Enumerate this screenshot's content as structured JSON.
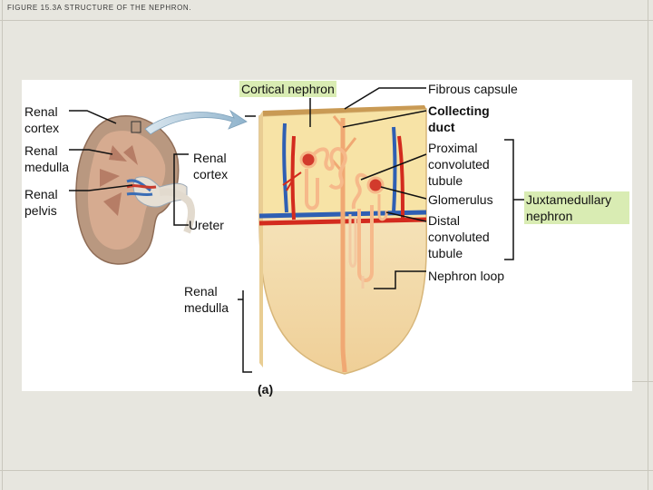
{
  "slide": {
    "title": "FIGURE 15.3A STRUCTURE OF THE NEPHRON."
  },
  "labels": {
    "cortical_nephron": "Cortical nephron",
    "fibrous_capsule": "Fibrous capsule",
    "collecting_duct": "Collecting duct",
    "proximal_tubule": "Proximal convoluted tubule",
    "glomerulus": "Glomerulus",
    "distal_tubule": "Distal convoluted tubule",
    "nephron_loop": "Nephron loop",
    "juxtamedullary": "Juxtamedullary nephron",
    "renal_cortex_left": "Renal cortex",
    "renal_medulla_left": "Renal medulla",
    "renal_pelvis": "Renal pelvis",
    "renal_cortex_mid": "Renal cortex",
    "ureter": "Ureter",
    "renal_medulla_mid": "Renal medulla",
    "panel_letter": "(a)"
  },
  "colors": {
    "background": "#e7e6df",
    "highlight": "#d9ecb3",
    "cortex_tissue": "#f7e3a6",
    "medulla_tissue": "#f4dcb0",
    "artery": "#d32b1e",
    "vein": "#2f5fb3",
    "tubule": "#f6b98a"
  }
}
